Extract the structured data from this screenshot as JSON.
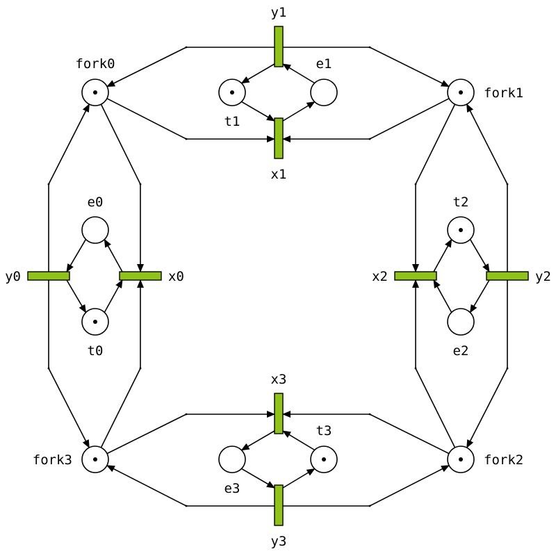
{
  "colors": {
    "transition_fill": "#8fc21a",
    "stroke": "#000000",
    "place_fill": "#ffffff"
  },
  "places": [
    {
      "id": "fork0",
      "label": "fork0",
      "tokens": 1
    },
    {
      "id": "fork1",
      "label": "fork1",
      "tokens": 1
    },
    {
      "id": "fork2",
      "label": "fork2",
      "tokens": 1
    },
    {
      "id": "fork3",
      "label": "fork3",
      "tokens": 1
    },
    {
      "id": "t1",
      "label": "t1",
      "tokens": 1
    },
    {
      "id": "e1",
      "label": "e1",
      "tokens": 0
    },
    {
      "id": "e0",
      "label": "e0",
      "tokens": 0
    },
    {
      "id": "t0",
      "label": "t0",
      "tokens": 1
    },
    {
      "id": "t2",
      "label": "t2",
      "tokens": 1
    },
    {
      "id": "e2",
      "label": "e2",
      "tokens": 0
    },
    {
      "id": "e3",
      "label": "e3",
      "tokens": 0
    },
    {
      "id": "t3",
      "label": "t3",
      "tokens": 1
    }
  ],
  "transitions": [
    {
      "id": "y1",
      "label": "y1"
    },
    {
      "id": "x1",
      "label": "x1"
    },
    {
      "id": "y0",
      "label": "y0"
    },
    {
      "id": "x0",
      "label": "x0"
    },
    {
      "id": "x2",
      "label": "x2"
    },
    {
      "id": "y2",
      "label": "y2"
    },
    {
      "id": "x3",
      "label": "x3"
    },
    {
      "id": "y3",
      "label": "y3"
    }
  ],
  "arcs": [
    {
      "from": "y1",
      "to": "t1"
    },
    {
      "from": "e1",
      "to": "y1"
    },
    {
      "from": "t1",
      "to": "x1"
    },
    {
      "from": "x1",
      "to": "e1"
    },
    {
      "from": "y1",
      "to": "fork0"
    },
    {
      "from": "y1",
      "to": "fork1"
    },
    {
      "from": "fork0",
      "to": "x1"
    },
    {
      "from": "fork1",
      "to": "x1"
    },
    {
      "from": "y0",
      "to": "t0"
    },
    {
      "from": "e0",
      "to": "y0"
    },
    {
      "from": "t0",
      "to": "x0"
    },
    {
      "from": "x0",
      "to": "e0"
    },
    {
      "from": "y0",
      "to": "fork0"
    },
    {
      "from": "y0",
      "to": "fork3"
    },
    {
      "from": "fork0",
      "to": "x0"
    },
    {
      "from": "fork3",
      "to": "x0"
    },
    {
      "from": "x2",
      "to": "t2"
    },
    {
      "from": "t2",
      "to": "y2"
    },
    {
      "from": "y2",
      "to": "e2"
    },
    {
      "from": "e2",
      "to": "x2"
    },
    {
      "from": "fork1",
      "to": "x2"
    },
    {
      "from": "fork2",
      "to": "x2"
    },
    {
      "from": "y2",
      "to": "fork1"
    },
    {
      "from": "y2",
      "to": "fork2"
    },
    {
      "from": "x3",
      "to": "e3"
    },
    {
      "from": "e3",
      "to": "y3"
    },
    {
      "from": "y3",
      "to": "t3"
    },
    {
      "from": "t3",
      "to": "x3"
    },
    {
      "from": "fork3",
      "to": "x3"
    },
    {
      "from": "fork2",
      "to": "x3"
    },
    {
      "from": "y3",
      "to": "fork3"
    },
    {
      "from": "y3",
      "to": "fork2"
    }
  ]
}
